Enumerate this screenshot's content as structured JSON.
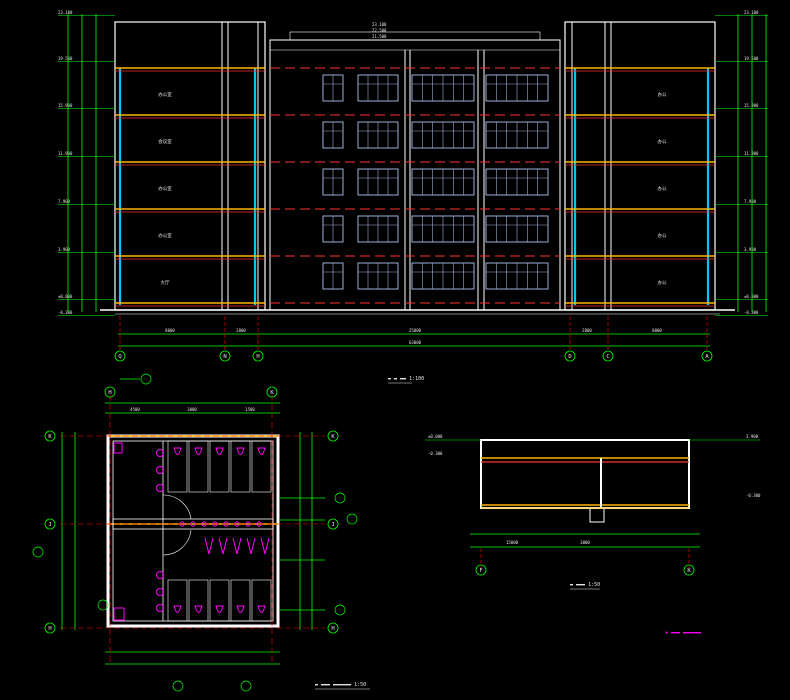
{
  "elevation": {
    "level_labels_left": [
      "23.100",
      "19.500",
      "15.900",
      "11.900",
      "7.900",
      "3.900",
      "±0.000",
      "-0.300"
    ],
    "level_labels_right": [
      "23.100",
      "19.500",
      "15.900",
      "11.900",
      "7.900",
      "3.900",
      "±0.000",
      "-0.300"
    ],
    "top_labels": [
      "23.100",
      "22.500",
      "21.500"
    ],
    "dims_bottom": [
      "8000",
      "2800",
      "25000",
      "2800",
      "8000"
    ],
    "total_dim": "63000",
    "axes": [
      "Q",
      "N",
      "H",
      "D",
      "C",
      "A"
    ],
    "room_labels_left": [
      "办公室",
      "会议室",
      "办公室",
      "办公室",
      "大厅"
    ],
    "room_labels_right": [
      "办公",
      "办公",
      "办公",
      "办公",
      "办公"
    ],
    "caption_suffix": "1:100"
  },
  "plan": {
    "axes_top": [
      "H",
      "K"
    ],
    "axes_left": [
      "K",
      "J",
      "H"
    ],
    "axes_right": [
      "K",
      "J",
      "H"
    ],
    "dims_top": [
      "4500",
      "3000",
      "1500"
    ],
    "caption_suffix": "1:50"
  },
  "section": {
    "axes": [
      "F",
      "K"
    ],
    "dims": [
      "15000",
      "3000"
    ],
    "level_labels": [
      "±0.000",
      "-0.300",
      "3.900",
      "-0.300"
    ],
    "caption_suffix": "1:50"
  },
  "colors": {
    "bg": "#000000",
    "wall": "#ffffff",
    "floor_red": "#ff3030",
    "floor_yellow": "#ffb400",
    "dim_green": "#00ff00",
    "axis_red": "#ff0000",
    "glass_cyan": "#00c8ff",
    "window_blue": "#9bb0d8",
    "fixture_magenta": "#ff00ff",
    "text_white": "#e8e8e8"
  }
}
